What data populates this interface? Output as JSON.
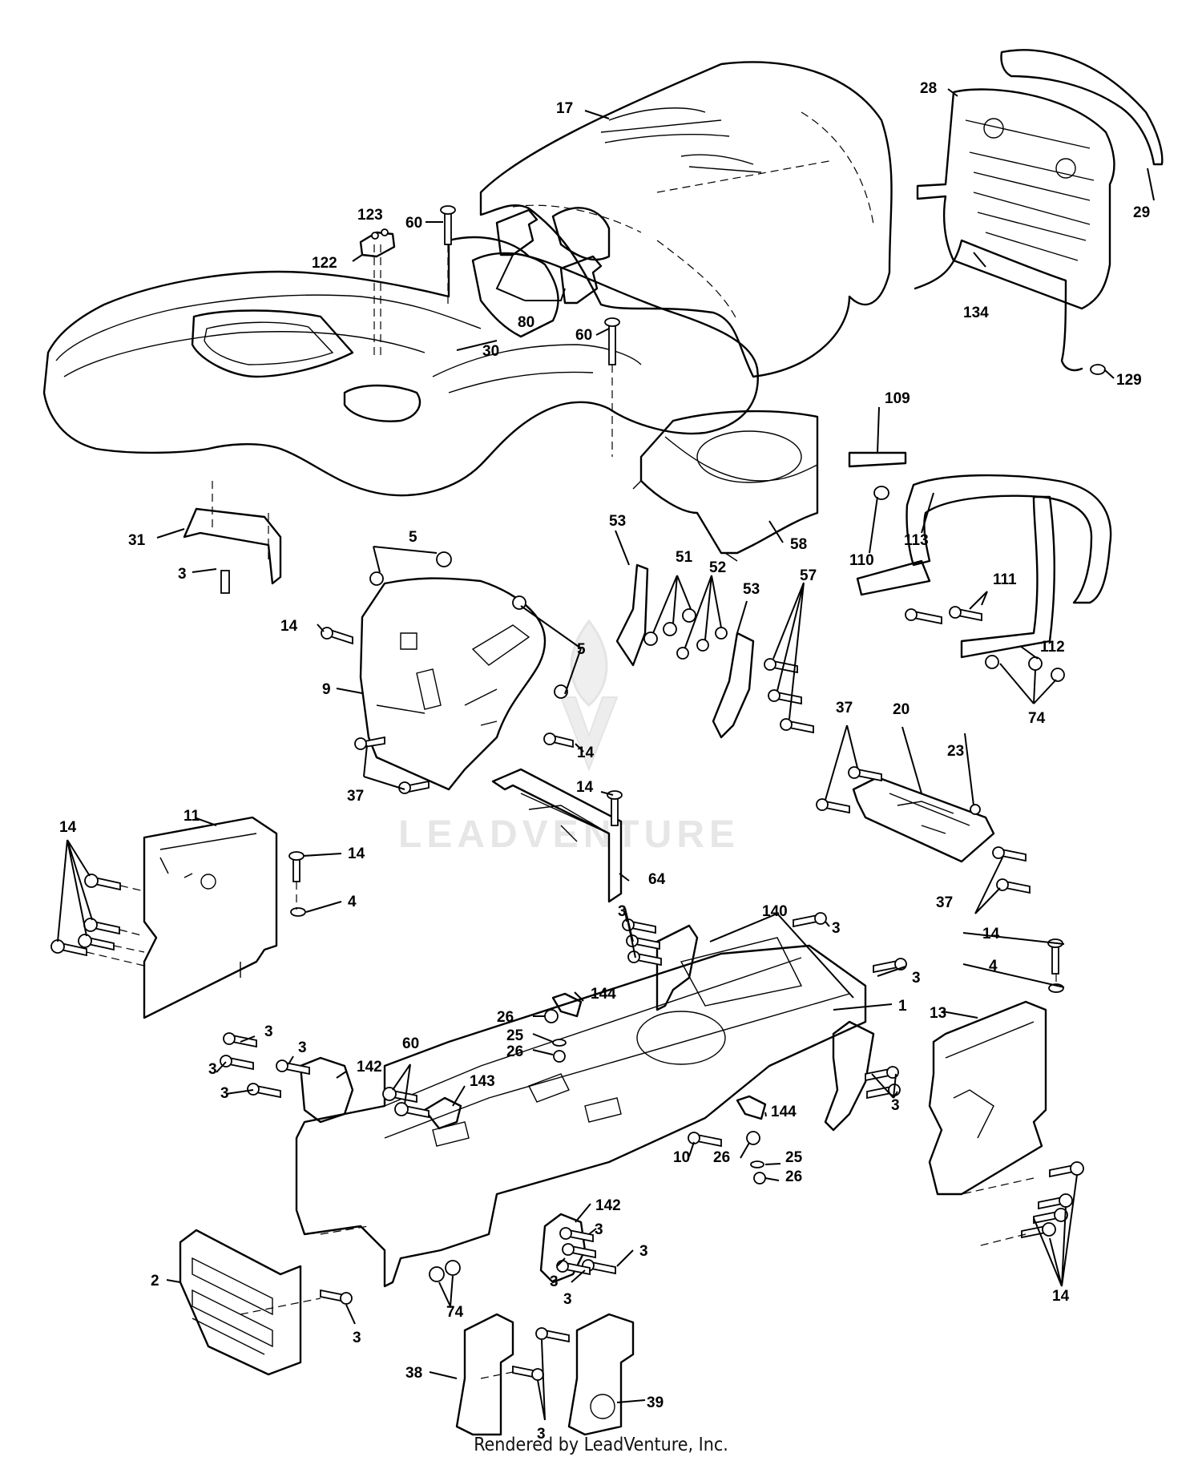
{
  "watermark": {
    "text": "LEADVENTURE"
  },
  "credit": "Rendered by LeadVenture, Inc.",
  "callouts": [
    {
      "id": "c17",
      "label": "17"
    },
    {
      "id": "c28",
      "label": "28"
    },
    {
      "id": "c29",
      "label": "29"
    },
    {
      "id": "c123",
      "label": "123"
    },
    {
      "id": "c60a",
      "label": "60"
    },
    {
      "id": "c122",
      "label": "122"
    },
    {
      "id": "c80",
      "label": "80"
    },
    {
      "id": "c60b",
      "label": "60"
    },
    {
      "id": "c30",
      "label": "30"
    },
    {
      "id": "c134",
      "label": "134"
    },
    {
      "id": "c129",
      "label": "129"
    },
    {
      "id": "c109",
      "label": "109"
    },
    {
      "id": "c31",
      "label": "31"
    },
    {
      "id": "c5a",
      "label": "5"
    },
    {
      "id": "c3a",
      "label": "3"
    },
    {
      "id": "c53a",
      "label": "53"
    },
    {
      "id": "c58",
      "label": "58"
    },
    {
      "id": "c110",
      "label": "110"
    },
    {
      "id": "c113",
      "label": "113"
    },
    {
      "id": "c51",
      "label": "51"
    },
    {
      "id": "c52",
      "label": "52"
    },
    {
      "id": "c53b",
      "label": "53"
    },
    {
      "id": "c57",
      "label": "57"
    },
    {
      "id": "c111",
      "label": "111"
    },
    {
      "id": "c14a",
      "label": "14"
    },
    {
      "id": "c5b",
      "label": "5"
    },
    {
      "id": "c112",
      "label": "112"
    },
    {
      "id": "c9",
      "label": "9"
    },
    {
      "id": "c74a",
      "label": "74"
    },
    {
      "id": "c37a",
      "label": "37"
    },
    {
      "id": "c14b",
      "label": "14"
    },
    {
      "id": "c20",
      "label": "20"
    },
    {
      "id": "c23",
      "label": "23"
    },
    {
      "id": "c37b",
      "label": "37"
    },
    {
      "id": "c14c",
      "label": "14"
    },
    {
      "id": "c11",
      "label": "11"
    },
    {
      "id": "c14d",
      "label": "14"
    },
    {
      "id": "c14e",
      "label": "14"
    },
    {
      "id": "c4a",
      "label": "4"
    },
    {
      "id": "c64",
      "label": "64"
    },
    {
      "id": "c37c",
      "label": "37"
    },
    {
      "id": "c140",
      "label": "140"
    },
    {
      "id": "c3b",
      "label": "3"
    },
    {
      "id": "c3c",
      "label": "3"
    },
    {
      "id": "c14f",
      "label": "14"
    },
    {
      "id": "c4b",
      "label": "4"
    },
    {
      "id": "c3d",
      "label": "3"
    },
    {
      "id": "c1",
      "label": "1"
    },
    {
      "id": "c144a",
      "label": "144"
    },
    {
      "id": "c26a",
      "label": "26"
    },
    {
      "id": "c13",
      "label": "13"
    },
    {
      "id": "c25a",
      "label": "25"
    },
    {
      "id": "c26b",
      "label": "26"
    },
    {
      "id": "c3e",
      "label": "3"
    },
    {
      "id": "c3f",
      "label": "3"
    },
    {
      "id": "c60c",
      "label": "60"
    },
    {
      "id": "c3g",
      "label": "3"
    },
    {
      "id": "c142a",
      "label": "142"
    },
    {
      "id": "c3h",
      "label": "3"
    },
    {
      "id": "c143",
      "label": "143"
    },
    {
      "id": "c3i",
      "label": "3"
    },
    {
      "id": "c144b",
      "label": "144"
    },
    {
      "id": "c10",
      "label": "10"
    },
    {
      "id": "c26c",
      "label": "26"
    },
    {
      "id": "c25b",
      "label": "25"
    },
    {
      "id": "c26d",
      "label": "26"
    },
    {
      "id": "c142b",
      "label": "142"
    },
    {
      "id": "c3j",
      "label": "3"
    },
    {
      "id": "c3k",
      "label": "3"
    },
    {
      "id": "c3l",
      "label": "3"
    },
    {
      "id": "c3m",
      "label": "3"
    },
    {
      "id": "c2",
      "label": "2"
    },
    {
      "id": "c74b",
      "label": "74"
    },
    {
      "id": "c14g",
      "label": "14"
    },
    {
      "id": "c3n",
      "label": "3"
    },
    {
      "id": "c38",
      "label": "38"
    },
    {
      "id": "c39",
      "label": "39"
    },
    {
      "id": "c3o",
      "label": "3"
    }
  ]
}
